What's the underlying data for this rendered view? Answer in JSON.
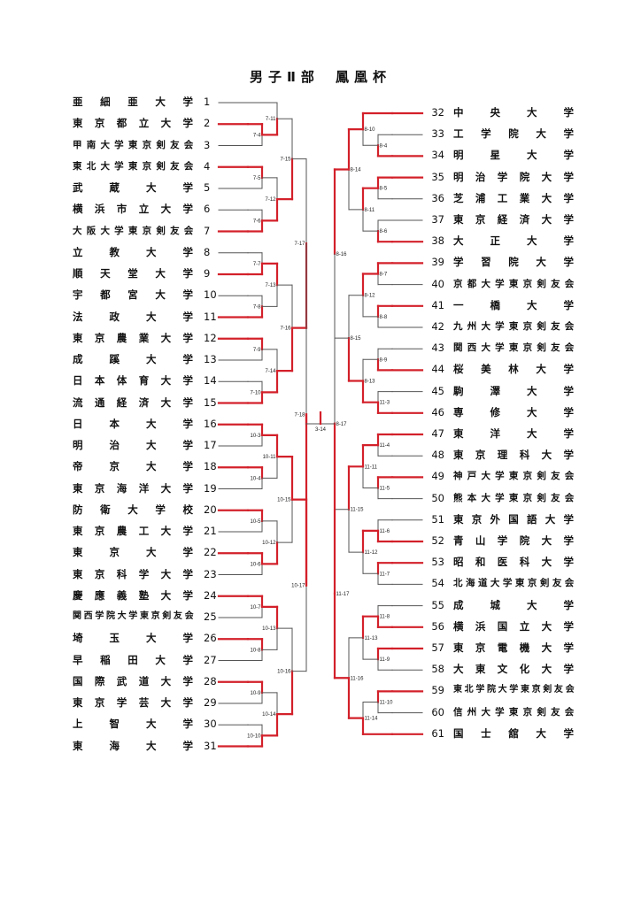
{
  "title": {
    "part1": "男子Ⅱ部",
    "part2": "鳳凰杯"
  },
  "colors": {
    "win": "#d3202a",
    "line": "#555555",
    "text": "#111111"
  },
  "left_teams": [
    {
      "no": "1",
      "name": "亜細亜大学"
    },
    {
      "no": "2",
      "name": "東京都立大学"
    },
    {
      "no": "3",
      "name": "甲南大学東京剣友会"
    },
    {
      "no": "4",
      "name": "東北大学東京剣友会"
    },
    {
      "no": "5",
      "name": "武蔵大学"
    },
    {
      "no": "6",
      "name": "横浜市立大学"
    },
    {
      "no": "7",
      "name": "大阪大学東京剣友会"
    },
    {
      "no": "8",
      "name": "立教大学"
    },
    {
      "no": "9",
      "name": "順天堂大学"
    },
    {
      "no": "10",
      "name": "宇都宮大学"
    },
    {
      "no": "11",
      "name": "法政大学"
    },
    {
      "no": "12",
      "name": "東京農業大学"
    },
    {
      "no": "13",
      "name": "成蹊大学"
    },
    {
      "no": "14",
      "name": "日本体育大学"
    },
    {
      "no": "15",
      "name": "流通経済大学"
    },
    {
      "no": "16",
      "name": "日本大学"
    },
    {
      "no": "17",
      "name": "明治大学"
    },
    {
      "no": "18",
      "name": "帝京大学"
    },
    {
      "no": "19",
      "name": "東京海洋大学"
    },
    {
      "no": "20",
      "name": "防衛大学校"
    },
    {
      "no": "21",
      "name": "東京農工大学"
    },
    {
      "no": "22",
      "name": "東京大学"
    },
    {
      "no": "23",
      "name": "東京科学大学"
    },
    {
      "no": "24",
      "name": "慶應義塾大学"
    },
    {
      "no": "25",
      "name": "関西学院大学東京剣友会"
    },
    {
      "no": "26",
      "name": "埼玉大学"
    },
    {
      "no": "27",
      "name": "早稲田大学"
    },
    {
      "no": "28",
      "name": "国際武道大学"
    },
    {
      "no": "29",
      "name": "東京学芸大学"
    },
    {
      "no": "30",
      "name": "上智大学"
    },
    {
      "no": "31",
      "name": "東海大学"
    }
  ],
  "right_teams": [
    {
      "no": "32",
      "name": "中央大学"
    },
    {
      "no": "33",
      "name": "工学院大学"
    },
    {
      "no": "34",
      "name": "明星大学"
    },
    {
      "no": "35",
      "name": "明治学院大学"
    },
    {
      "no": "36",
      "name": "芝浦工業大学"
    },
    {
      "no": "37",
      "name": "東京経済大学"
    },
    {
      "no": "38",
      "name": "大正大学"
    },
    {
      "no": "39",
      "name": "学習院大学"
    },
    {
      "no": "40",
      "name": "京都大学東京剣友会"
    },
    {
      "no": "41",
      "name": "一橋大学"
    },
    {
      "no": "42",
      "name": "九州大学東京剣友会"
    },
    {
      "no": "43",
      "name": "関西大学東京剣友会"
    },
    {
      "no": "44",
      "name": "桜美林大学"
    },
    {
      "no": "45",
      "name": "駒澤大学"
    },
    {
      "no": "46",
      "name": "専修大学"
    },
    {
      "no": "47",
      "name": "東洋大学"
    },
    {
      "no": "48",
      "name": "東京理科大学"
    },
    {
      "no": "49",
      "name": "神戸大学東京剣友会"
    },
    {
      "no": "50",
      "name": "熊本大学東京剣友会"
    },
    {
      "no": "51",
      "name": "東京外国語大学"
    },
    {
      "no": "52",
      "name": "青山学院大学"
    },
    {
      "no": "53",
      "name": "昭和医科大学"
    },
    {
      "no": "54",
      "name": "北海道大学東京剣友会"
    },
    {
      "no": "55",
      "name": "成城大学"
    },
    {
      "no": "56",
      "name": "横浜国立大学"
    },
    {
      "no": "57",
      "name": "東京電機大学"
    },
    {
      "no": "58",
      "name": "大東文化大学"
    },
    {
      "no": "59",
      "name": "東北学院大学東京剣友会"
    },
    {
      "no": "60",
      "name": "信州大学東京剣友会"
    },
    {
      "no": "61",
      "name": "国士舘大学"
    }
  ],
  "matches": {
    "left": [
      {
        "id": "7-4",
        "a": 2,
        "b": 3,
        "winner": "a"
      },
      {
        "id": "7-11",
        "a": 1,
        "b": "7-4",
        "winner": "b"
      },
      {
        "id": "7-5",
        "a": 4,
        "b": 5,
        "winner": "a"
      },
      {
        "id": "7-6",
        "a": 6,
        "b": 7,
        "winner": "b"
      },
      {
        "id": "7-12",
        "a": "7-5",
        "b": "7-6",
        "winner": "b"
      },
      {
        "id": "7-15",
        "a": "7-11",
        "b": "7-12",
        "winner": "b"
      },
      {
        "id": "7-7",
        "a": 8,
        "b": 9,
        "winner": "b"
      },
      {
        "id": "7-8",
        "a": 10,
        "b": 11,
        "winner": "b"
      },
      {
        "id": "7-13",
        "a": "7-7",
        "b": "7-8",
        "winner": "a"
      },
      {
        "id": "7-9",
        "a": 12,
        "b": 13,
        "winner": "a"
      },
      {
        "id": "7-10",
        "a": 14,
        "b": 15,
        "winner": "b"
      },
      {
        "id": "7-14",
        "a": "7-9",
        "b": "7-10",
        "winner": "b"
      },
      {
        "id": "7-16",
        "a": "7-13",
        "b": "7-14",
        "winner": "b"
      },
      {
        "id": "7-17",
        "a": "7-15",
        "b": "7-16",
        "winner": "b"
      },
      {
        "id": "10-3",
        "a": 16,
        "b": 17,
        "winner": "a"
      },
      {
        "id": "10-4",
        "a": 18,
        "b": 19,
        "winner": "a"
      },
      {
        "id": "10-11",
        "a": "10-3",
        "b": "10-4",
        "winner": "a"
      },
      {
        "id": "10-5",
        "a": 20,
        "b": 21,
        "winner": "a"
      },
      {
        "id": "10-6",
        "a": 22,
        "b": 23,
        "winner": "a"
      },
      {
        "id": "10-12",
        "a": "10-5",
        "b": "10-6",
        "winner": "b"
      },
      {
        "id": "10-15",
        "a": "10-11",
        "b": "10-12",
        "winner": "a"
      },
      {
        "id": "10-7",
        "a": 24,
        "b": 25,
        "winner": "a"
      },
      {
        "id": "10-8",
        "a": 26,
        "b": 27,
        "winner": "a"
      },
      {
        "id": "10-13",
        "a": "10-7",
        "b": "10-8",
        "winner": "a"
      },
      {
        "id": "10-9",
        "a": 28,
        "b": 29,
        "winner": "a"
      },
      {
        "id": "10-10",
        "a": 30,
        "b": 31,
        "winner": "b"
      },
      {
        "id": "10-14",
        "a": "10-9",
        "b": "10-10",
        "winner": "b"
      },
      {
        "id": "10-16",
        "a": "10-13",
        "b": "10-14",
        "winner": "b"
      },
      {
        "id": "10-17",
        "a": "10-15",
        "b": "10-16",
        "winner": "a"
      },
      {
        "id": "7-18",
        "a": "7-17",
        "b": "10-17",
        "winner": "b"
      }
    ],
    "right": [
      {
        "id": "8-4",
        "a": 33,
        "b": 34,
        "winner": "b"
      },
      {
        "id": "8-10",
        "a": 32,
        "b": "8-4",
        "winner": "a"
      },
      {
        "id": "8-5",
        "a": 35,
        "b": 36,
        "winner": "a"
      },
      {
        "id": "8-6",
        "a": 37,
        "b": 38,
        "winner": "b"
      },
      {
        "id": "8-11",
        "a": "8-5",
        "b": "8-6",
        "winner": "a"
      },
      {
        "id": "8-14",
        "a": "8-10",
        "b": "8-11",
        "winner": "a"
      },
      {
        "id": "8-7",
        "a": 39,
        "b": 40,
        "winner": "a"
      },
      {
        "id": "8-8",
        "a": 41,
        "b": 42,
        "winner": "a"
      },
      {
        "id": "8-12",
        "a": "8-7",
        "b": "8-8",
        "winner": "a"
      },
      {
        "id": "8-9",
        "a": 43,
        "b": 44,
        "winner": "b"
      },
      {
        "id": "11-3",
        "a": 45,
        "b": 46,
        "winner": "b"
      },
      {
        "id": "8-13",
        "a": "8-9",
        "b": "11-3",
        "winner": "b"
      },
      {
        "id": "8-15",
        "a": "8-12",
        "b": "8-13",
        "winner": "b"
      },
      {
        "id": "8-16",
        "a": "8-14",
        "b": "8-15",
        "winner": "a"
      },
      {
        "id": "11-4",
        "a": 47,
        "b": 48,
        "winner": "a"
      },
      {
        "id": "11-5",
        "a": 49,
        "b": 50,
        "winner": "a"
      },
      {
        "id": "11-11",
        "a": "11-4",
        "b": "11-5",
        "winner": "a"
      },
      {
        "id": "11-6",
        "a": 51,
        "b": 52,
        "winner": "b"
      },
      {
        "id": "11-7",
        "a": 53,
        "b": 54,
        "winner": "a"
      },
      {
        "id": "11-12",
        "a": "11-6",
        "b": "11-7",
        "winner": "a"
      },
      {
        "id": "11-15",
        "a": "11-11",
        "b": "11-12",
        "winner": "a"
      },
      {
        "id": "11-8",
        "a": 55,
        "b": 56,
        "winner": "b"
      },
      {
        "id": "11-9",
        "a": 57,
        "b": 58,
        "winner": "a"
      },
      {
        "id": "11-13",
        "a": "11-8",
        "b": "11-9",
        "winner": "a"
      },
      {
        "id": "11-10",
        "a": 59,
        "b": 60,
        "winner": "a"
      },
      {
        "id": "11-14",
        "a": "11-10",
        "b": 61,
        "winner": "b"
      },
      {
        "id": "11-16",
        "a": "11-13",
        "b": "11-14",
        "winner": "b"
      },
      {
        "id": "11-17",
        "a": "11-15",
        "b": "11-16",
        "winner": "b"
      },
      {
        "id": "8-17",
        "a": "8-16",
        "b": "11-17",
        "winner": "b"
      }
    ],
    "final": {
      "id": "3-14",
      "a": "7-18",
      "b": "8-17",
      "winner": "both"
    }
  }
}
